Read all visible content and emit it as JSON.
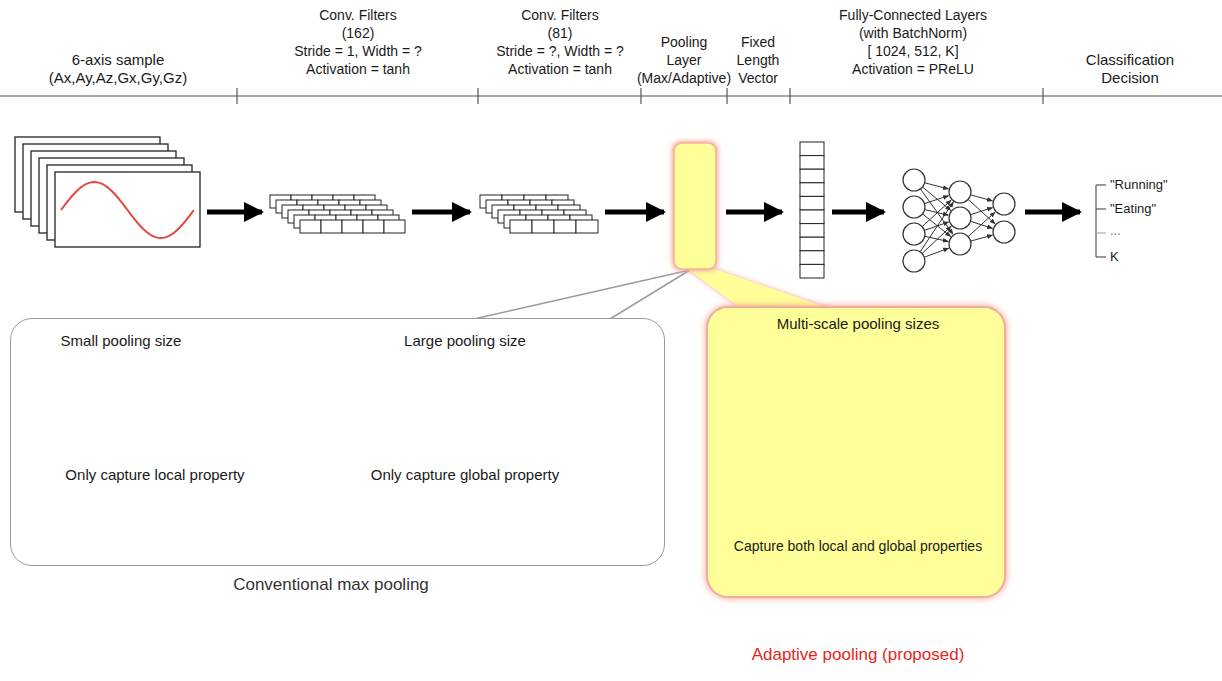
{
  "diagram": {
    "nodes": [
      {
        "text": [
          "Small pooling size",
          "Only capture local property",
          "Large pooling size",
          "Only capture global property",
          "Conventional max pooling"
        ]
      },
      {
        "text": [
          "Multi-scale pooling sizes",
          "Capture both local and global properties",
          "Adaptive pooling (proposed)"
        ]
      }
    ],
    "labels": [
      "6-axis sample",
      "(Ax,Ay,Az,Gx,Gy,Gz)",
      "Conv. Filters",
      "(162)",
      "Stride = 1, Width = ?",
      "Activation = tanh",
      "Conv. Filters",
      "(81)",
      "Stride = ?, Width = ?",
      "Activation = tanh",
      "Pooling",
      "Layer",
      "(Max/Adaptive)",
      "Fixed",
      "Length",
      "Vector",
      "Fully-Connected Layers",
      "(with BatchNorm)",
      "[ 1024, 512, K]",
      "Activation = PReLU",
      "Classification",
      "Decision",
      "\"Running\"",
      "\"Eating\"",
      "...",
      "K"
    ]
  }
}
